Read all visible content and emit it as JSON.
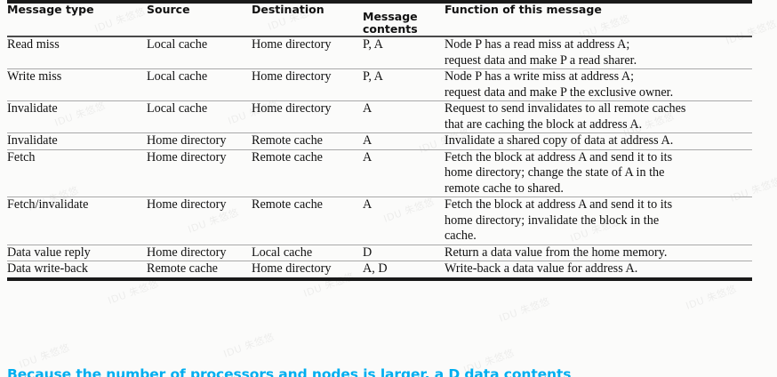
{
  "table": {
    "columns": [
      {
        "key": "type",
        "label": "Message type"
      },
      {
        "key": "source",
        "label": "Source"
      },
      {
        "key": "dest",
        "label": "Destination"
      },
      {
        "key": "contents",
        "label_line1": "Message",
        "label_line2": "contents"
      },
      {
        "key": "function",
        "label": "Function of this message"
      }
    ],
    "rows": [
      {
        "type": "Read miss",
        "source": "Local cache",
        "dest": "Home directory",
        "contents": "P, A",
        "function_lines": [
          "Node P has a read miss at address A;",
          "request data and make P a read sharer."
        ]
      },
      {
        "type": "Write miss",
        "source": "Local cache",
        "dest": "Home directory",
        "contents": "P, A",
        "function_lines": [
          "Node P has a write miss at address A;",
          "request data and make P the exclusive owner."
        ]
      },
      {
        "type": "Invalidate",
        "source": "Local cache",
        "dest": "Home directory",
        "contents": "A",
        "function_lines": [
          "Request to send invalidates to all remote caches",
          "that are caching the block at address A."
        ]
      },
      {
        "type": "Invalidate",
        "source": "Home directory",
        "dest": "Remote cache",
        "contents": "A",
        "function_lines": [
          "Invalidate a shared copy of data at address A."
        ]
      },
      {
        "type": "Fetch",
        "source": "Home directory",
        "dest": "Remote cache",
        "contents": "A",
        "function_lines": [
          "Fetch the block at address A and send it to its",
          "home directory; change the state of A in the",
          "remote cache to shared."
        ]
      },
      {
        "type": "Fetch/invalidate",
        "source": "Home directory",
        "dest": "Remote cache",
        "contents": "A",
        "function_lines": [
          "Fetch the block at address A and send it to its",
          "home directory; invalidate the block in the",
          "cache."
        ]
      },
      {
        "type": "Data value reply",
        "source": "Home directory",
        "dest": "Local cache",
        "contents": "D",
        "function_lines": [
          "Return a data value from the home memory."
        ]
      },
      {
        "type": "Data write-back",
        "source": "Remote cache",
        "dest": "Home directory",
        "contents": "A, D",
        "function_lines": [
          "Write-back a data value for address A."
        ]
      }
    ]
  },
  "caption": {
    "text": "Because the number of processors and nodes is larger, a D data contents",
    "color": "#00AEEF"
  },
  "watermark": {
    "text": "朱悠悠",
    "opacity": 0.055
  }
}
